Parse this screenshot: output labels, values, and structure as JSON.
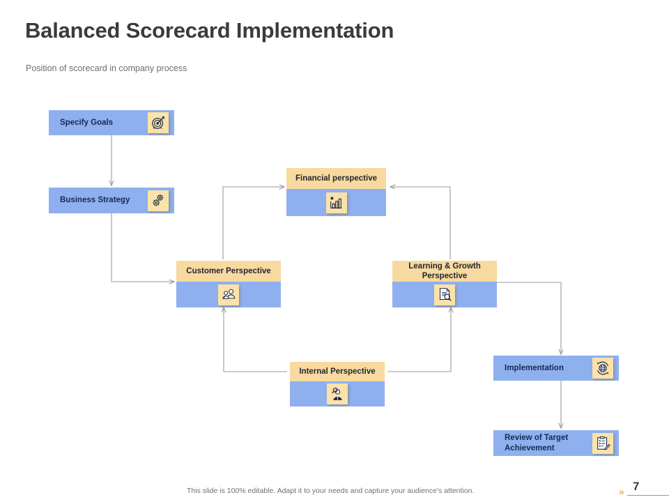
{
  "header": {
    "title": "Balanced Scorecard Implementation",
    "subtitle": "Position of scorecard in company process"
  },
  "nodes": {
    "specify_goals": {
      "label": "Specify Goals",
      "icon": "target-icon"
    },
    "business_strategy": {
      "label": "Business Strategy",
      "icon": "gears-icon"
    },
    "financial_perspective": {
      "label": "Financial perspective",
      "icon": "bar-chart-icon"
    },
    "customer_perspective": {
      "label": "Customer Perspective",
      "icon": "people-group-icon"
    },
    "learning_growth_perspective": {
      "label": "Learning & Growth\nPerspective",
      "icon": "document-search-icon"
    },
    "internal_perspective": {
      "label": "Internal Perspective",
      "icon": "person-search-icon"
    },
    "implementation": {
      "label": "Implementation",
      "icon": "globe-cycle-icon"
    },
    "review_of_target_achievement": {
      "label": "Review of Target\nAchievement",
      "icon": "clipboard-check-icon"
    }
  },
  "footer": {
    "note": "This slide is 100% editable. Adapt it to your needs and capture your audience's attention.",
    "page_number": "7",
    "chevrons": "»"
  },
  "colors": {
    "node_blue": "#8fb0ef",
    "header_yellow": "#f8d9a0",
    "icon_tile_yellow": "#fbe2a8",
    "connector_gray": "#9a9a9a",
    "title_gray": "#3b3b3b",
    "subtitle_gray": "#6d6d6d",
    "label_navy": "#152a52",
    "badge_gold": "#d9b74a"
  }
}
